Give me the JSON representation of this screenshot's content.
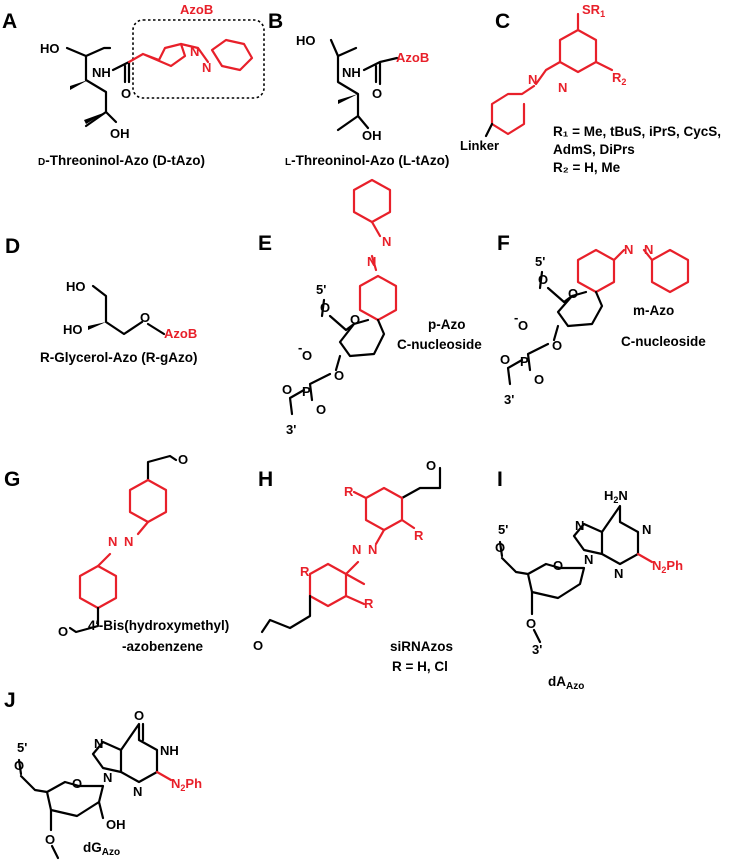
{
  "colors": {
    "highlight": "#e8202a",
    "ink": "#000000"
  },
  "panels": {
    "A": {
      "letter": "A",
      "name": "D-Threoninol-Azo (D-tAzo)",
      "name_prefix": "D",
      "name_rest": "-Threoninol-Azo (D-tAzo)",
      "box_label": "AzoB",
      "atoms": {
        "ho1": "HO",
        "nh": "NH",
        "o": "O",
        "oh": "OH"
      }
    },
    "B": {
      "letter": "B",
      "name": "L-Threoninol-Azo (L-tAzo)",
      "name_prefix": "L",
      "name_rest": "-Threoninol-Azo (L-tAzo)",
      "atoms": {
        "ho1": "HO",
        "nh": "NH",
        "azob": "AzoB",
        "o": "O",
        "oh": "OH"
      }
    },
    "C": {
      "letter": "C",
      "atoms": {
        "sr1": "SR",
        "sr1_sub": "1",
        "r2": "R",
        "r2_sub": "2",
        "linker": "Linker"
      },
      "legend": [
        "R₁ = Me, tBuS, iPrS, CycS,",
        "AdmS, DiPrs",
        "R₂ = H, Me"
      ]
    },
    "D": {
      "letter": "D",
      "name": "R-Glycerol-Azo (R-gAzo)",
      "atoms": {
        "ho1": "HO",
        "ho2": "HO",
        "o": "O",
        "azob": "AzoB"
      }
    },
    "E": {
      "letter": "E",
      "name_line1": "p-Azo",
      "name_line2": "C-nucleoside",
      "atoms": {
        "five": "5'",
        "three": "3'",
        "o_ring": "O",
        "o1": "O",
        "o2": "O",
        "o3": "O",
        "o4": "O",
        "o_minus": "O",
        "minus": "-",
        "p": "P"
      }
    },
    "F": {
      "letter": "F",
      "name_line1": "m-Azo",
      "name_line2": "C-nucleoside",
      "atoms": {
        "five": "5'",
        "three": "3'",
        "o_ring": "O",
        "o1": "O",
        "o2": "O",
        "o3": "O",
        "o4": "O",
        "o_minus": "O",
        "minus": "-",
        "p": "P"
      }
    },
    "G": {
      "letter": "G",
      "name_line1": "4′-Bis(hydroxymethyl)",
      "name_line2": "-azobenzene",
      "atoms": {
        "o_top": "O",
        "o_bottom": "O"
      }
    },
    "H": {
      "letter": "H",
      "name_line1": "siRNAzos",
      "name_line2": "R = H, Cl",
      "atoms": {
        "r": "R",
        "o_top": "O",
        "o_bottom": "O"
      }
    },
    "I": {
      "letter": "I",
      "name_main": "dA",
      "name_sub": "Azo",
      "atoms": {
        "h2n": "H",
        "h2n_sub": "2",
        "h2n_n": "N",
        "n": "N",
        "n2ph": "N",
        "n2ph_sub": "2",
        "n2ph_rest": "Ph",
        "five": "5'",
        "three": "3'",
        "o": "O"
      }
    },
    "J": {
      "letter": "J",
      "name_main": "dG",
      "name_sub": "Azo",
      "atoms": {
        "o_carbonyl": "O",
        "nh": "NH",
        "n": "N",
        "n2ph": "N",
        "n2ph_sub": "2",
        "n2ph_rest": "Ph",
        "five": "5'",
        "three": "3'",
        "o": "O",
        "oh": "OH"
      }
    }
  }
}
